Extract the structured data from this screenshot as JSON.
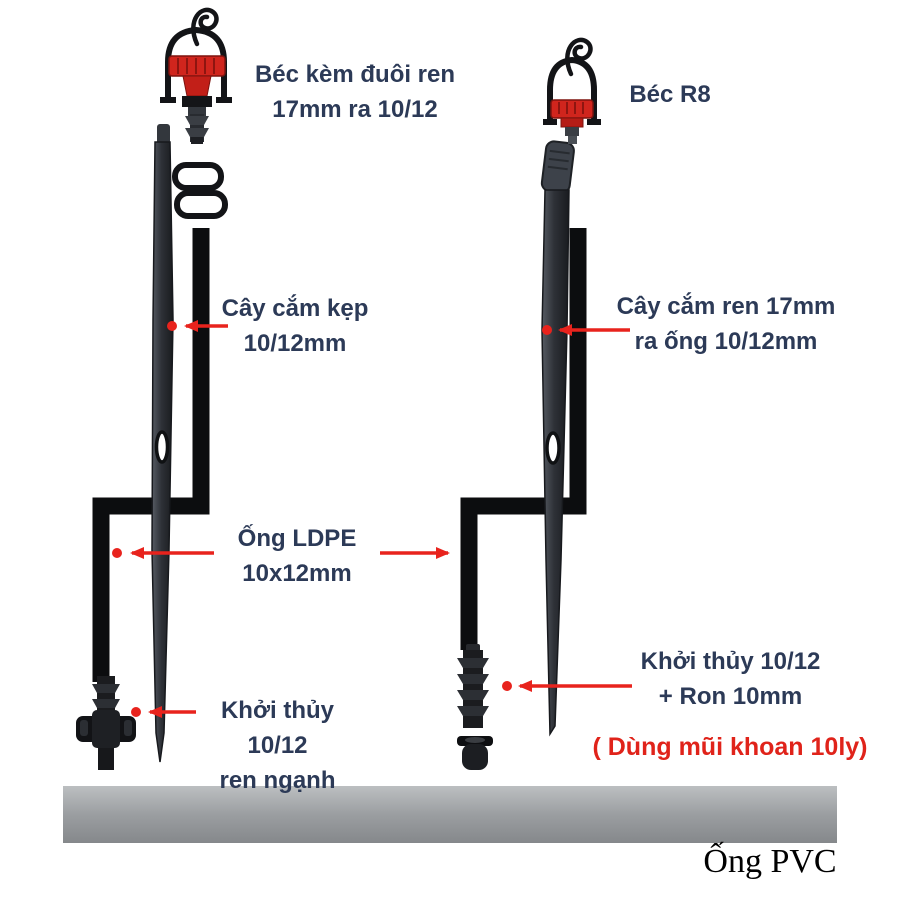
{
  "colors": {
    "label_text": "#2c3a57",
    "arrow_red": "#e8231d",
    "note_red": "#e0231a",
    "sprinkler_red": "#d0251d",
    "hardware_black": "#131417",
    "pvc_gray": "#9b9ea1"
  },
  "annotations": {
    "bec_kem_duoi_ren": {
      "line1": "Béc kèm đuôi ren",
      "line2": "17mm ra 10/12"
    },
    "bec_r8": {
      "line1": "Béc R8"
    },
    "cay_cam_kep": {
      "line1": "Cây cắm kẹp",
      "line2": "10/12mm"
    },
    "cay_cam_ren": {
      "line1": "Cây cắm ren 17mm",
      "line2": "ra ống 10/12mm"
    },
    "ong_ldpe": {
      "line1": "Ống LDPE",
      "line2": "10x12mm"
    },
    "khoi_thuy_ren_nganh": {
      "line1": "Khởi thủy 10/12",
      "line2": "ren ngạnh"
    },
    "khoi_thuy_ron": {
      "line1": "Khởi thủy 10/12",
      "line2": "+ Ron 10mm"
    },
    "drill_note": {
      "text": "( Dùng mũi khoan 10ly)"
    },
    "ong_pvc": {
      "text": "Ống PVC"
    }
  }
}
